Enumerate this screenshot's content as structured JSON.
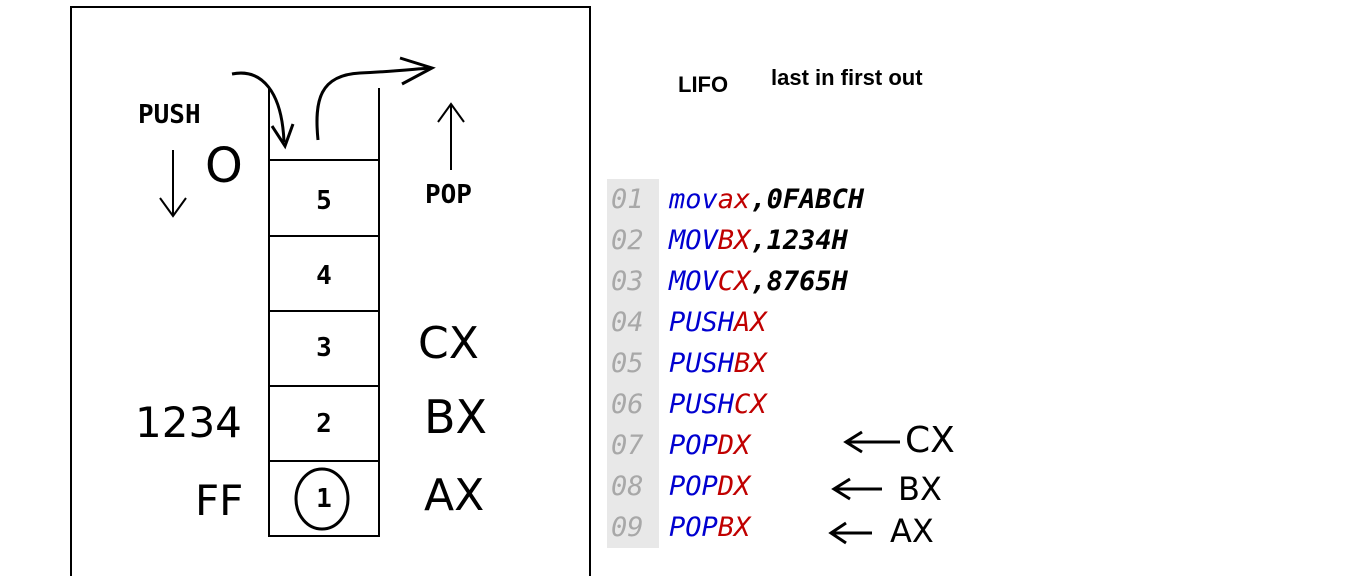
{
  "diagram": {
    "push_label": "PUSH",
    "pop_label": "POP",
    "stack_slots": [
      "5",
      "4",
      "3",
      "2",
      "1"
    ],
    "handwritten_zero": "O",
    "left_notes": {
      "slot2": "1234",
      "slot1": "FF"
    },
    "right_notes": {
      "slot3": "CX",
      "slot2": "BX",
      "slot1": "AX"
    }
  },
  "header": {
    "lifo": "LIFO",
    "description": "last in first out"
  },
  "code": {
    "lines": [
      {
        "num": "01",
        "op": "mov",
        "reg": "ax",
        "sep": ",",
        "val": "0FABCH"
      },
      {
        "num": "02",
        "op": "MOV",
        "reg": "BX",
        "sep": ",",
        "val": "1234H"
      },
      {
        "num": "03",
        "op": "MOV",
        "reg": "CX",
        "sep": ",",
        "val": "8765H"
      },
      {
        "num": "04",
        "op": "PUSH",
        "reg": "AX",
        "sep": "",
        "val": ""
      },
      {
        "num": "05",
        "op": "PUSH",
        "reg": "BX",
        "sep": "",
        "val": ""
      },
      {
        "num": "06",
        "op": "PUSH",
        "reg": "CX",
        "sep": "",
        "val": ""
      },
      {
        "num": "07",
        "op": "POP",
        "reg": "DX",
        "sep": "",
        "val": ""
      },
      {
        "num": "08",
        "op": "POP",
        "reg": "DX",
        "sep": "",
        "val": ""
      },
      {
        "num": "09",
        "op": "POP",
        "reg": "BX",
        "sep": "",
        "val": ""
      }
    ],
    "annotations": [
      "CX",
      "BX",
      "AX"
    ]
  },
  "colors": {
    "opcode": "#0000d0",
    "register": "#c00000",
    "line_number": "#a8a8a8",
    "line_number_bg": "#e8e8e8"
  }
}
